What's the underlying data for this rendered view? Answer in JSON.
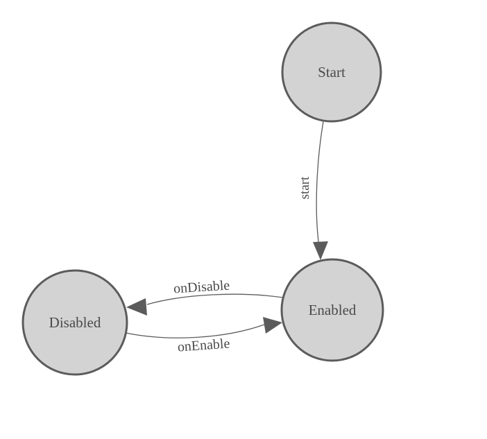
{
  "diagram": {
    "kind": "state-machine-diagram",
    "nodes": {
      "start": {
        "label": "Start"
      },
      "enabled": {
        "label": "Enabled"
      },
      "disabled": {
        "label": "Disabled"
      }
    },
    "edges": {
      "start_to_enabled": {
        "label": "start"
      },
      "enabled_to_disabled": {
        "label": "onDisable"
      },
      "disabled_to_enabled": {
        "label": "onEnable"
      }
    },
    "colors": {
      "background": "#ffffff",
      "node_fill": "#d3d3d3",
      "node_stroke": "#5b5b5b",
      "edge_stroke": "#5b5b5b",
      "arrow_fill": "#5b5b5b",
      "text": "#4a4a4a"
    }
  }
}
